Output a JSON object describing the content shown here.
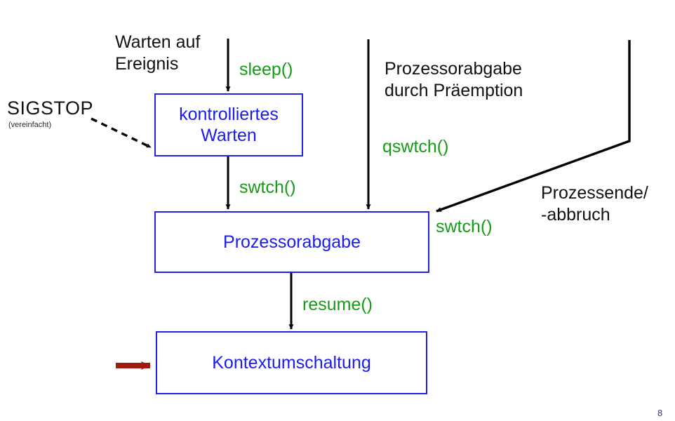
{
  "slide": {
    "page_number": "8",
    "background_color": "#ffffff"
  },
  "colors": {
    "node_border": "#2222ee",
    "node_text": "#1b1bf0",
    "annotation_black": "#111111",
    "function_green": "#169b16",
    "highlight_arrow_red": "#9e1b0e",
    "flow_arrow_black": "#000000"
  },
  "nodes": [
    {
      "id": "kontrolliertes-warten",
      "label": "kontrolliertes\nWarten"
    },
    {
      "id": "prozessorabgabe",
      "label": "Prozessorabgabe"
    },
    {
      "id": "kontextumschaltung",
      "label": "Kontextumschaltung"
    }
  ],
  "annotations": {
    "warten_auf_ereignis": "Warten auf\nEreignis",
    "sigstop": "SIGSTOP",
    "sigstop_note": "(vereinfacht)",
    "prozessorabgabe_praemption": "Prozessorabgabe\ndurch Präemption",
    "prozessende_abbruch": "Prozessende/\n-abbruch"
  },
  "edge_labels": {
    "sleep": "sleep()",
    "swtch_top": "swtch()",
    "qswtch": "qswtch()",
    "swtch_right": "swtch()",
    "resume": "resume()"
  }
}
